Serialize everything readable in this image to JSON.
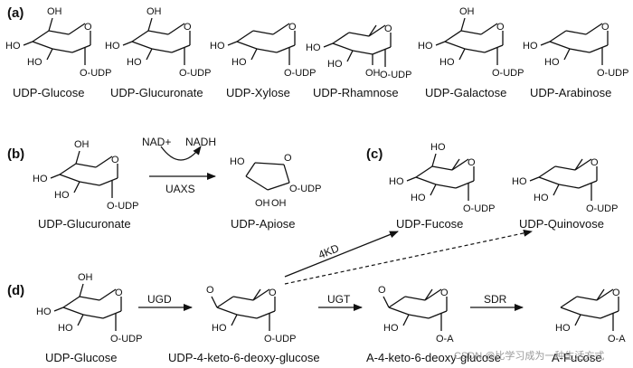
{
  "panels": {
    "a": "(a)",
    "b": "(b)",
    "c": "(c)",
    "d": "(d)"
  },
  "compounds": {
    "udp_glucose": "UDP-Glucose",
    "udp_glucuronate": "UDP-Glucuronate",
    "udp_xylose": "UDP-Xylose",
    "udp_rhamnose": "UDP-Rhamnose",
    "udp_galactose": "UDP-Galactose",
    "udp_arabinose": "UDP-Arabinose",
    "udp_apiose": "UDP-Apiose",
    "udp_fucose": "UDP-Fucose",
    "udp_quinovose": "UDP-Quinovose",
    "udp_keto": "UDP-4-keto-6-deoxy-glucose",
    "a_keto": "A-4-keto-6-deoxy-glucose",
    "a_fucose": "A-Fucose"
  },
  "atoms": {
    "oh": "OH",
    "ho": "HO",
    "o": "O",
    "oudp": "O-UDP",
    "oa": "O-A"
  },
  "enzymes": {
    "nad": "NAD+",
    "nadh": "NADH",
    "uaxs": "UAXS",
    "ugd": "UGD",
    "ugt": "UGT",
    "sdr": "SDR",
    "fourkd": "4KD"
  },
  "watermark": "CSDN @比学习成为一种生活方式"
}
